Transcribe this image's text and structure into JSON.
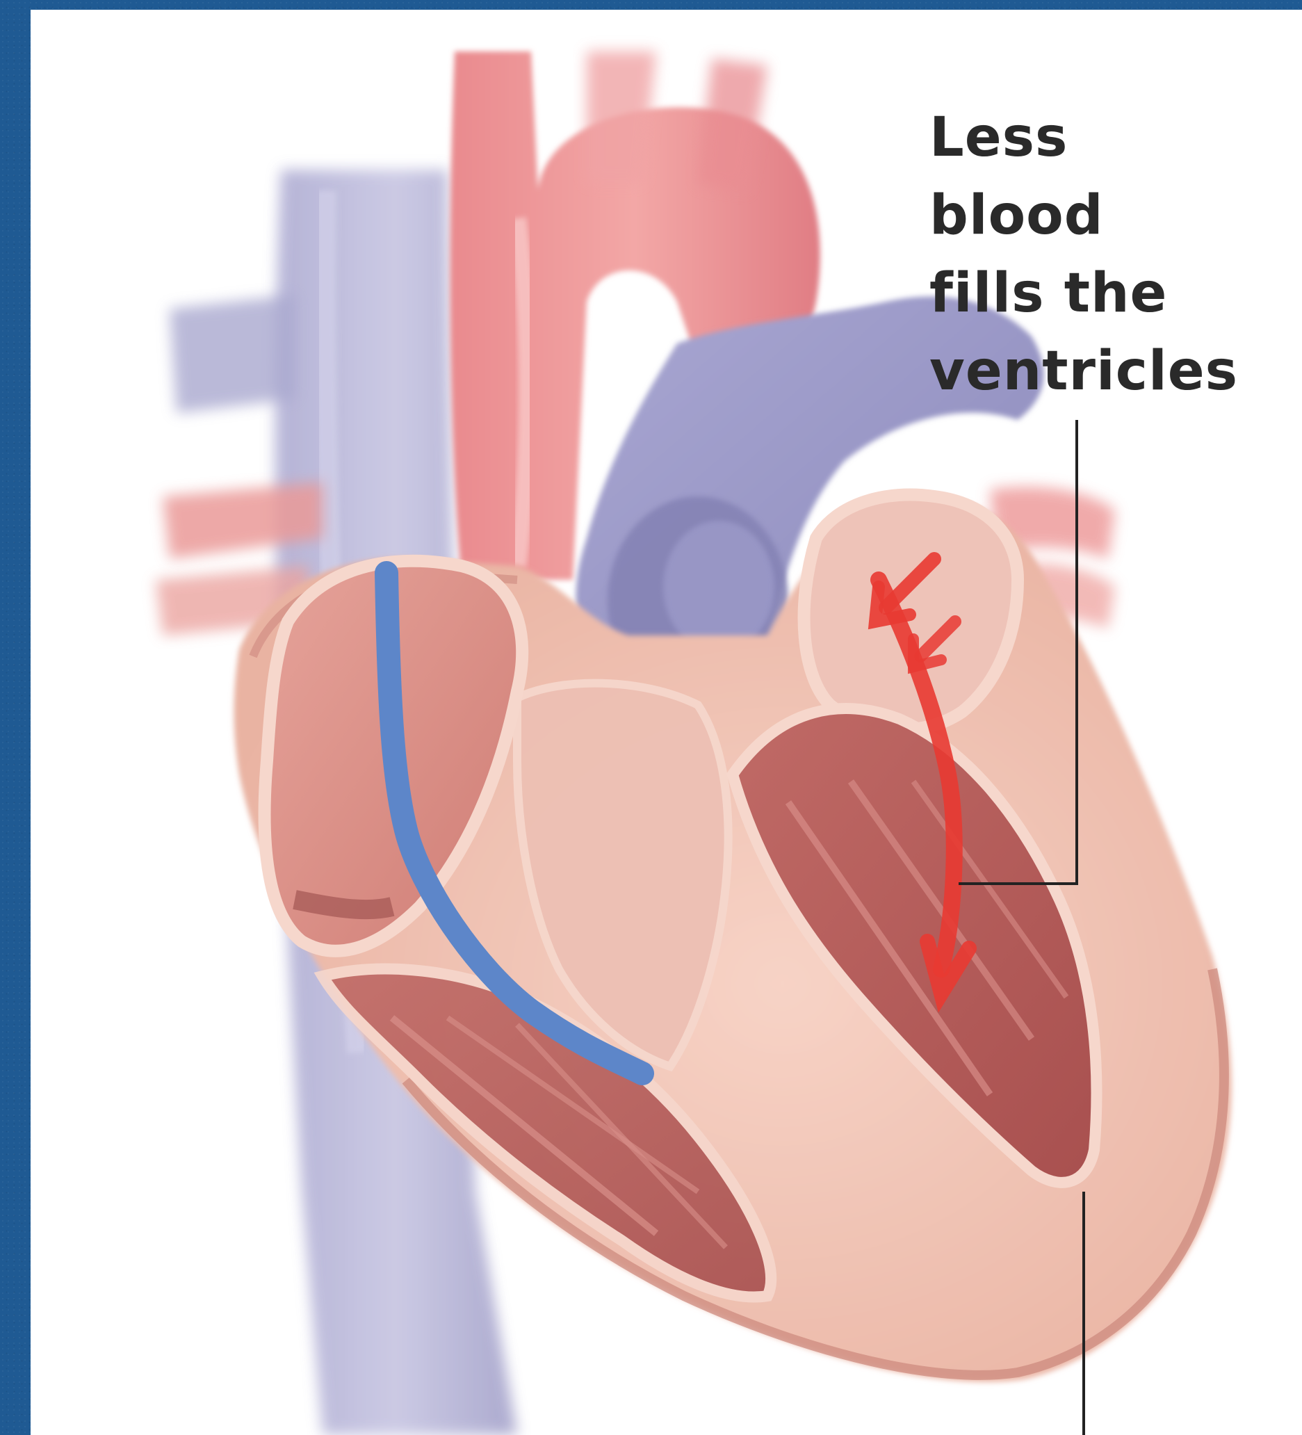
{
  "diagram": {
    "callout": {
      "lines": [
        "Less",
        "blood",
        "fills the",
        "ventricles"
      ]
    },
    "colors": {
      "frame": "#1f5a93",
      "panel": "#ffffff",
      "vein_blue": "#9a9cc8",
      "artery_red": "#e8858a",
      "heart_wall": "#f2c0b2",
      "muscle": "#b85a5a",
      "catheter": "#5d86c9",
      "flow_arrow": "#e83a32",
      "leader_line": "#222222"
    }
  }
}
